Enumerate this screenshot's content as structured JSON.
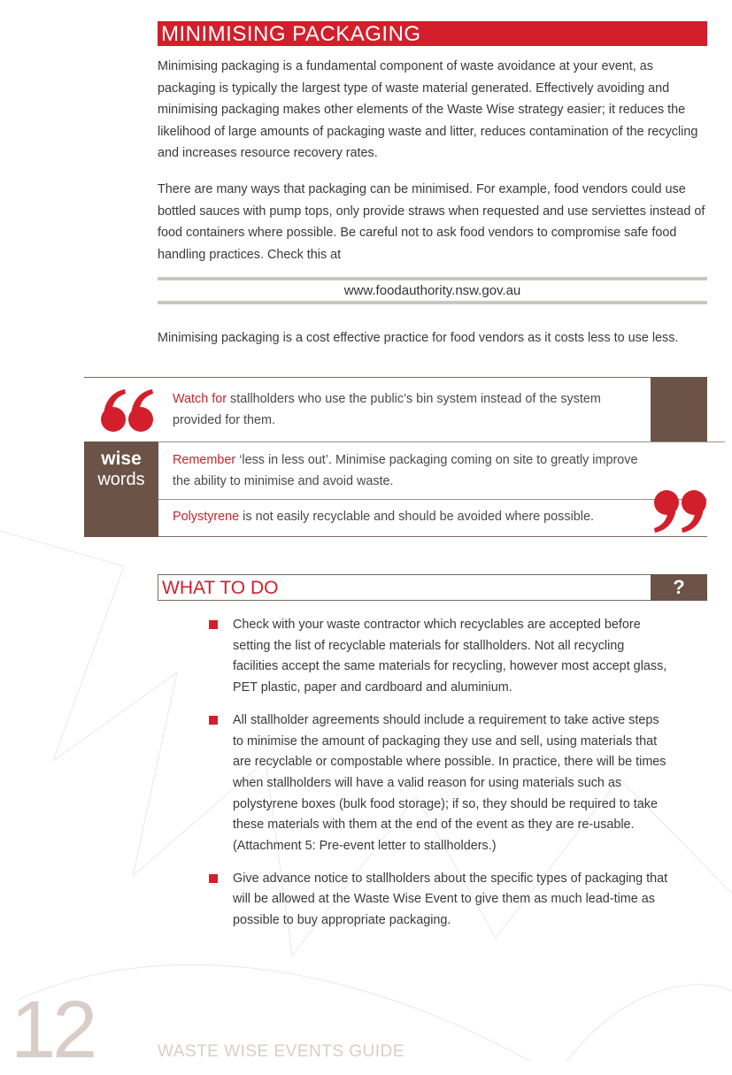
{
  "section_title": "MINIMISING PACKAGING",
  "paragraphs": [
    "Minimising packaging is a fundamental component of waste avoidance at your event, as packaging is typically the largest type of waste material generated. Effectively avoiding and minimising packaging makes other elements of the Waste Wise strategy easier; it reduces the likelihood of large amounts of packaging waste and litter, reduces contamination of the recycling and increases resource recovery rates.",
    "There are many ways that packaging can be minimised. For example, food vendors could use bottled sauces with pump tops, only provide straws when requested and use serviettes instead of food containers where possible. Be careful not to ask food vendors to compromise safe food handling practices. Check this at",
    "Minimising packaging is a cost effective practice for food vendors as it costs less to use less."
  ],
  "url": "www.foodauthority.nsw.gov.au",
  "wise_words": {
    "label_top": "wise",
    "label_bottom": "words",
    "tips": [
      {
        "highlight": "Watch for",
        "text": " stallholders who use the public’s bin system instead of the system provided for them."
      },
      {
        "highlight": "Remember",
        "text": " ‘less in less out’. Minimise packaging coming on site to greatly improve the ability to minimise and avoid waste."
      },
      {
        "highlight": "Polystyrene",
        "text": " is not easily recyclable and should be avoided where possible."
      }
    ]
  },
  "what_to_do": {
    "title": "WHAT TO DO",
    "icon_text": "?",
    "items": [
      "Check with your waste contractor which recyclables are accepted before setting the list of recyclable materials for stallholders. Not all recycling facilities accept the same materials for recycling, however most accept glass, PET plastic, paper and cardboard and aluminium.",
      "All stallholder agreements should include a requirement to take active steps to minimise the amount of packaging they use and sell, using materials that are recyclable or compostable where possible. In practice, there will be times when stallholders will have a valid reason for using materials such as polystyrene boxes (bulk food storage); if so, they should be required to take these materials with them at the end of the event as they are re-usable. (Attachment 5: Pre-event letter to stallholders.)",
      "Give advance notice to stallholders about the specific types of packaging that will be allowed at the Waste Wise Event to give them as much lead-time as possible to buy appropriate packaging."
    ]
  },
  "footer": {
    "page_number": "12",
    "guide_title": "WASTE WISE EVENTS GUIDE"
  },
  "colors": {
    "accent_red": "#d21f2b",
    "brown": "#6b5447"
  }
}
